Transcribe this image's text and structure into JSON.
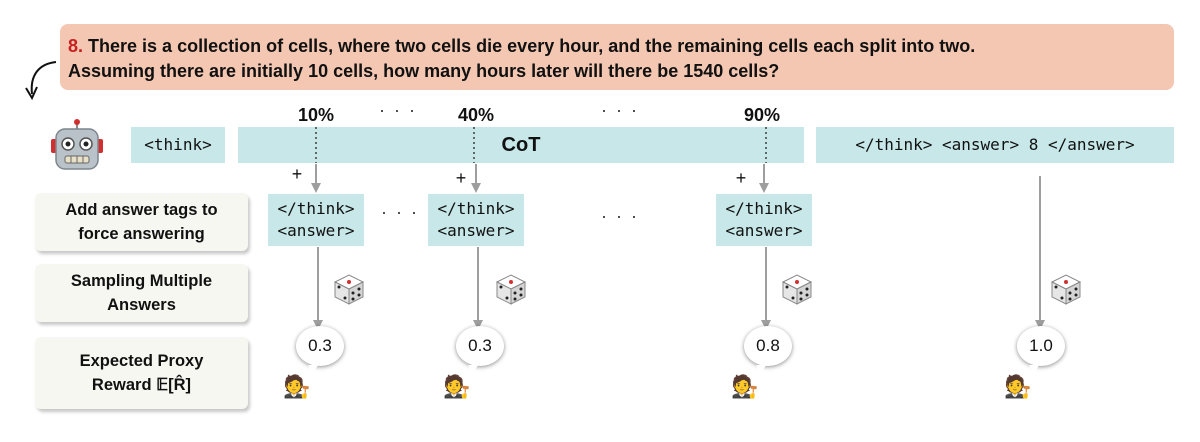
{
  "question": {
    "number": "8.",
    "text_line1": "There is a collection of cells, where two cells die every hour, and the remaining cells each split into two.",
    "text_line2": "Assuming there are initially 10 cells, how many hours later will there be 1540 cells?"
  },
  "sequence": {
    "think_open": "<think>",
    "cot_label": "CoT",
    "think_close_answer": "</think> <answer> 8 </answer>"
  },
  "checkpoints": [
    {
      "percent": "10%",
      "plus": "+",
      "tag_line1": "</think>",
      "tag_line2": "<answer>",
      "reward": "0.3"
    },
    {
      "percent": "40%",
      "plus": "+",
      "tag_line1": "</think>",
      "tag_line2": "<answer>",
      "reward": "0.3"
    },
    {
      "percent": "90%",
      "plus": "+",
      "tag_line1": "</think>",
      "tag_line2": "<answer>",
      "reward": "0.8"
    }
  ],
  "final_reward": "1.0",
  "ellipsis": "· · ·",
  "row_labels": {
    "force_line1": "Add answer tags to",
    "force_line2": "force answering",
    "sampling_line1": "Sampling Multiple",
    "sampling_line2": "Answers",
    "reward_line1": "Expected Proxy",
    "reward_line2": "Reward 𝔼[R̂]"
  },
  "icons": {
    "model": "robot-icon",
    "sampling": "dice-icon",
    "judge": "judge-icon",
    "judge_glyph": "🧑‍⚖️"
  },
  "colors": {
    "question_bg": "#f4c7b2",
    "question_number": "#c62020",
    "teal_box": "#c7e7e8",
    "arrow": "#9e9e9e"
  }
}
